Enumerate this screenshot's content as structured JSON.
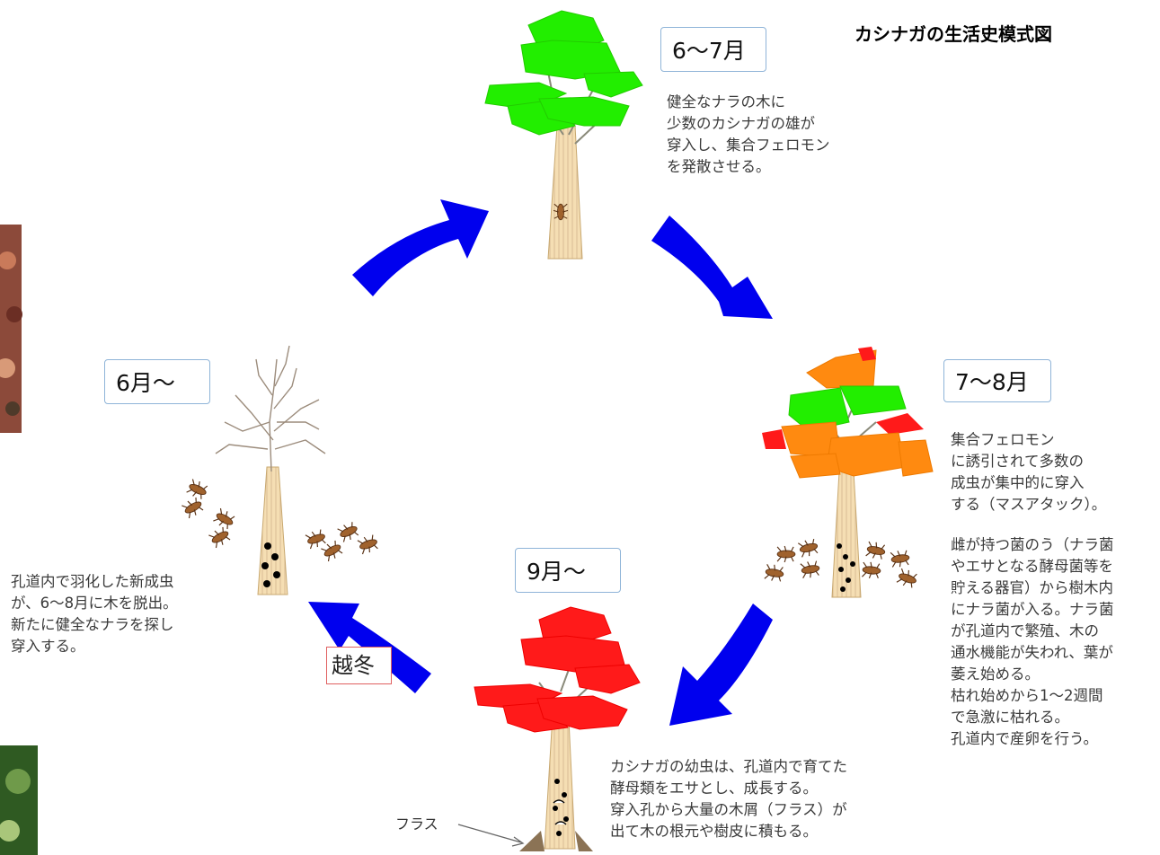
{
  "title": "カシナガの生活史模式図",
  "stages": [
    {
      "label": "6〜7月",
      "text": "健全なナラの木に\n少数のカシナガの雄が\n穿入し、集合フェロモン\nを発散させる。",
      "crown_color": "#22ee00"
    },
    {
      "label": "7〜8月",
      "text": "集合フェロモン\nに誘引されて多数の\n成虫が集中的に穿入\nする（マスアタック）。",
      "text2": "雌が持つ菌のう（ナラ菌\nやエサとなる酵母菌等を\n貯える器官）から樹木内\nにナラ菌が入る。ナラ菌\nが孔道内で繁殖、木の\n通水機能が失われ、葉が\n萎え始める。\n枯れ始めから1〜2週間\nで急激に枯れる。\n孔道内で産卵を行う。",
      "crown_color": "#ff8a10"
    },
    {
      "label": "9月〜",
      "text": "カシナガの幼虫は、孔道内で育てた\n酵母類をエサとし、成長する。\n穿入孔から大量の木屑（フラス）が\n出て木の根元や樹皮に積もる。",
      "crown_color": "#ff1a1a"
    },
    {
      "label": "6月〜",
      "text": "孔道内で羽化した新成虫\nが、6〜8月に木を脱出。\n新たに健全なナラを探し\n穿入する。"
    }
  ],
  "wintering_label": "越冬",
  "frass_label": "フラス",
  "colors": {
    "arrow": "#0000ee",
    "trunk": "#f5deb3",
    "trunk_line": "#c8a870",
    "hole": "#000000",
    "beetle": "#a0622d",
    "ground": "#8b7355"
  }
}
